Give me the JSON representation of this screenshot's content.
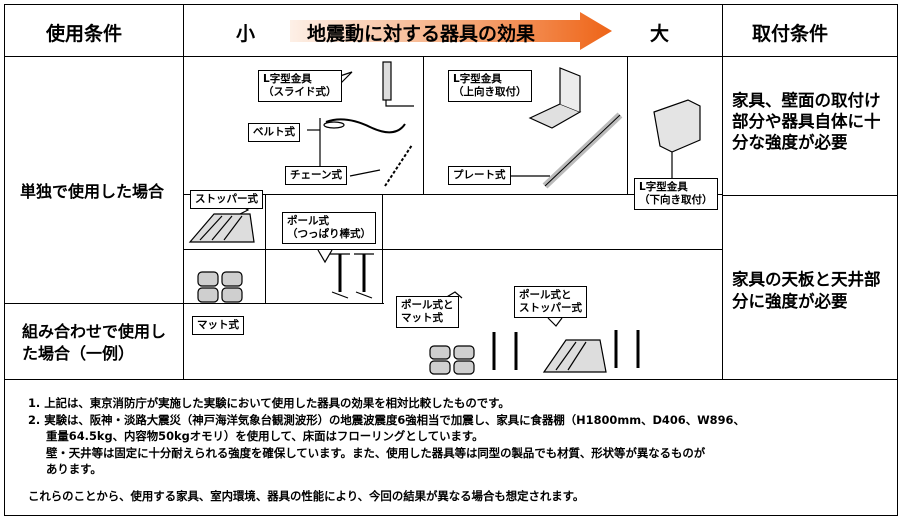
{
  "header": {
    "left": "使用条件",
    "small": "小",
    "center": "地震動に対する器具の効果",
    "large": "大",
    "right": "取付条件"
  },
  "rows": {
    "single": "単独で使用した場合",
    "combo": "組み合わせで使用した場合（一例）"
  },
  "mount_conditions": {
    "top": "家具、壁面の取付け部分や器具自体に十分な強度が必要",
    "bottom": "家具の天板と天井部分に強度が必要"
  },
  "devices": {
    "l_slide": [
      "L字型金具",
      "（スライド式）"
    ],
    "belt": "ベルト式",
    "chain": "チェーン式",
    "l_up": [
      "L字型金具",
      "（上向き取付）"
    ],
    "plate": "プレート式",
    "l_down": [
      "L字型金具",
      "（下向き取付）"
    ],
    "stopper": "ストッパー式",
    "pole": [
      "ポール式",
      "（つっぱり棒式）"
    ],
    "mat": "マット式",
    "pole_mat": [
      "ポール式と",
      "マット式"
    ],
    "pole_stopper": [
      "ポール式と",
      "ストッパー式"
    ]
  },
  "notes": {
    "n1": "1. 上記は、東京消防庁が実施した実験において使用した器具の効果を相対比較したものです。",
    "n2a": "2. 実験は、阪神・淡路大震災（神戸海洋気象台観測波形）の地震波震度6強相当で加震し、家具に食器棚（H1800mm、D406、W896、",
    "n2b": "重量64.5kg、内容物50kgオモリ）を使用して、床面はフローリングとしています。",
    "n2c": "壁・天井等は固定に十分耐えられる強度を確保しています。また、使用した器具等は同型の製品でも材質、形状等が異なるものが",
    "n2d": "あります。",
    "conclusion": "これらのことから、使用する家具、室内環境、器具の性能により、今回の結果が異なる場合も想定されます。"
  },
  "colors": {
    "arrow_start": "#fbe6d8",
    "arrow_end": "#ef6a1f",
    "border": "#000000"
  }
}
